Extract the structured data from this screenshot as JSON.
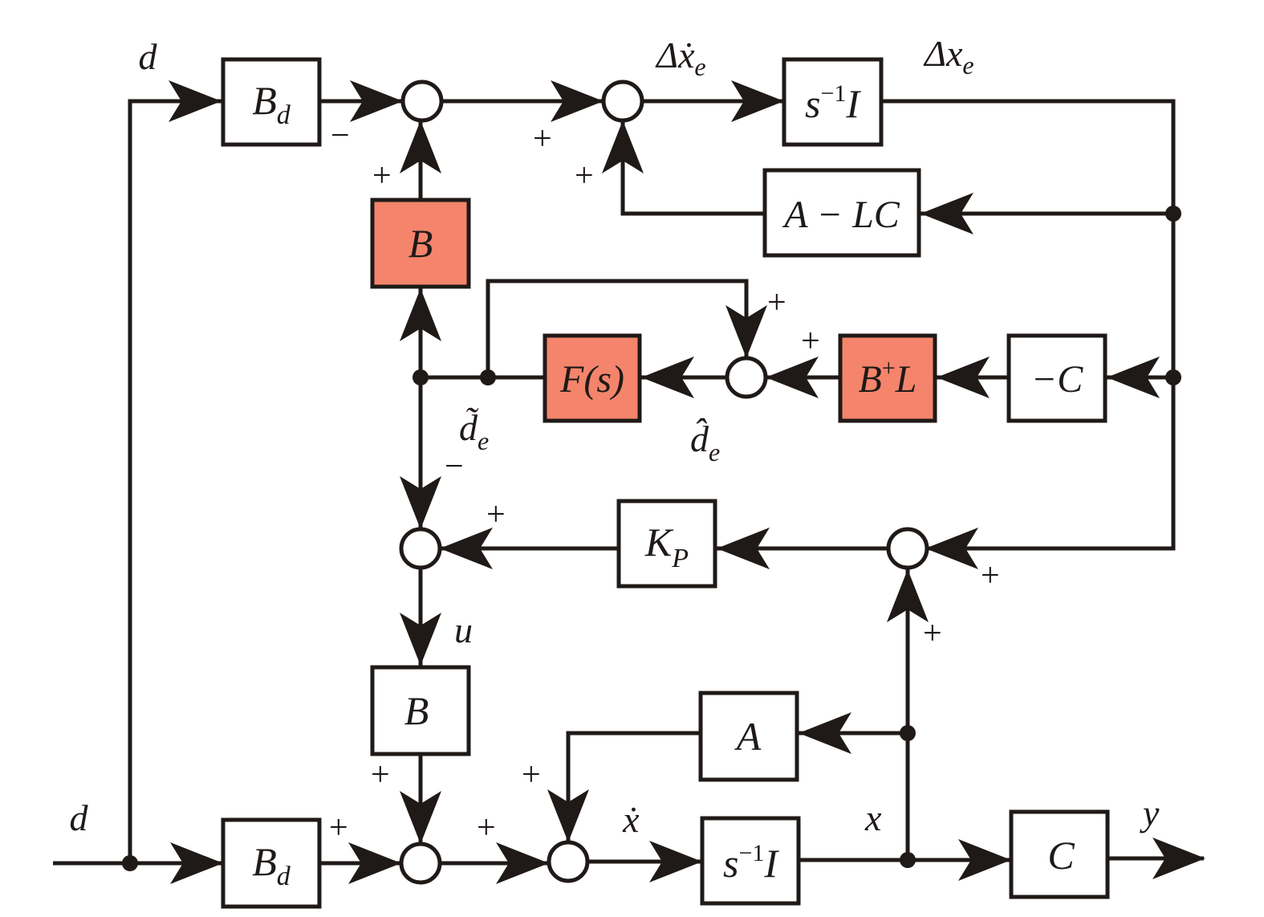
{
  "colors": {
    "highlight": "#f4846c",
    "line": "#1f1a17",
    "block_default": "#ffffff"
  },
  "signals": {
    "d_top": "d",
    "d_bottom": "d",
    "dxe_dot": "Δẋ",
    "dxe_dot_sub": "e",
    "dxe": "Δx",
    "dxe_sub": "e",
    "de_tilde": "d̃",
    "de_tilde_sub": "e",
    "de_hat": "d̂",
    "de_hat_sub": "e",
    "u": "u",
    "x_dot": "ẋ",
    "x": "x",
    "y": "y"
  },
  "blocks": {
    "bd_top": {
      "main": "B",
      "sub": "d"
    },
    "int_top": {
      "main": "s",
      "sup": "−1",
      "tail": "I"
    },
    "a_lc": {
      "label": "A − LC"
    },
    "b_upper": {
      "label": "B",
      "highlighted": true
    },
    "f_s": {
      "label": "F(s)",
      "highlighted": true
    },
    "bplus_l": {
      "main": "B",
      "sup": "+",
      "tail": "L",
      "highlighted": true
    },
    "neg_c": {
      "label": "−C"
    },
    "kp": {
      "main": "K",
      "sub": "P"
    },
    "b_lower": {
      "label": "B"
    },
    "a": {
      "label": "A"
    },
    "bd_bottom": {
      "main": "B",
      "sub": "d"
    },
    "int_bottom": {
      "main": "s",
      "sup": "−1",
      "tail": "I"
    },
    "c": {
      "label": "C"
    }
  },
  "signs": {
    "s1_minus": "−",
    "s1_plus": "+",
    "s2_plus_left": "+",
    "s2_plus_bottom": "+",
    "s3_plus_top": "+",
    "s3_plus_right": "+",
    "s4_minus": "−",
    "s4_plus": "+",
    "s5_plus_left": "+",
    "s5_plus_bottom": "+",
    "s6_plus_left": "+",
    "s6_plus_top": "+",
    "s7_plus_left": "+",
    "s7_plus_top": "+"
  }
}
